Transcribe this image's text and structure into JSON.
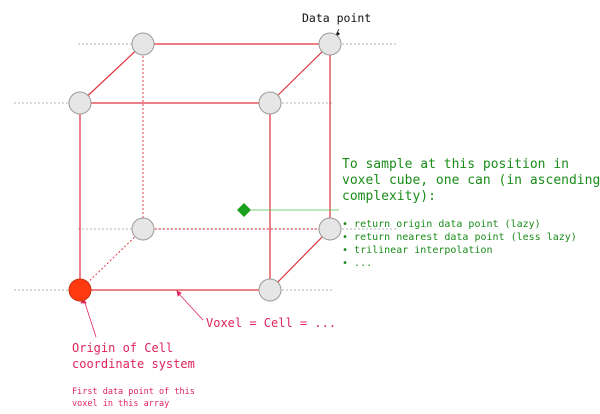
{
  "labels": {
    "data_point": "Data point",
    "sample_heading": [
      "To sample at this position in",
      "voxel cube, one can (in ascending",
      "complexity):"
    ],
    "methods": [
      "return origin data point (lazy)",
      "return nearest data point (less lazy)",
      "trilinear interpolation",
      "..."
    ],
    "voxel_label": "Voxel = Cell = ...",
    "origin_label": [
      "Origin of Cell",
      "coordinate system"
    ],
    "origin_note": [
      "First data point of this",
      "voxel in this array"
    ]
  },
  "colors": {
    "edge": "#e0303a",
    "hidden_edge": "#e0303a",
    "guide": "#9a9a9a",
    "node_fill": "#e6e6e6",
    "node_stroke": "#9a9a9a",
    "origin_fill": "#ff3a10",
    "sample_marker": "#1aa01a",
    "green_text": "#1a8c1a",
    "red_text": "#e0245e"
  }
}
